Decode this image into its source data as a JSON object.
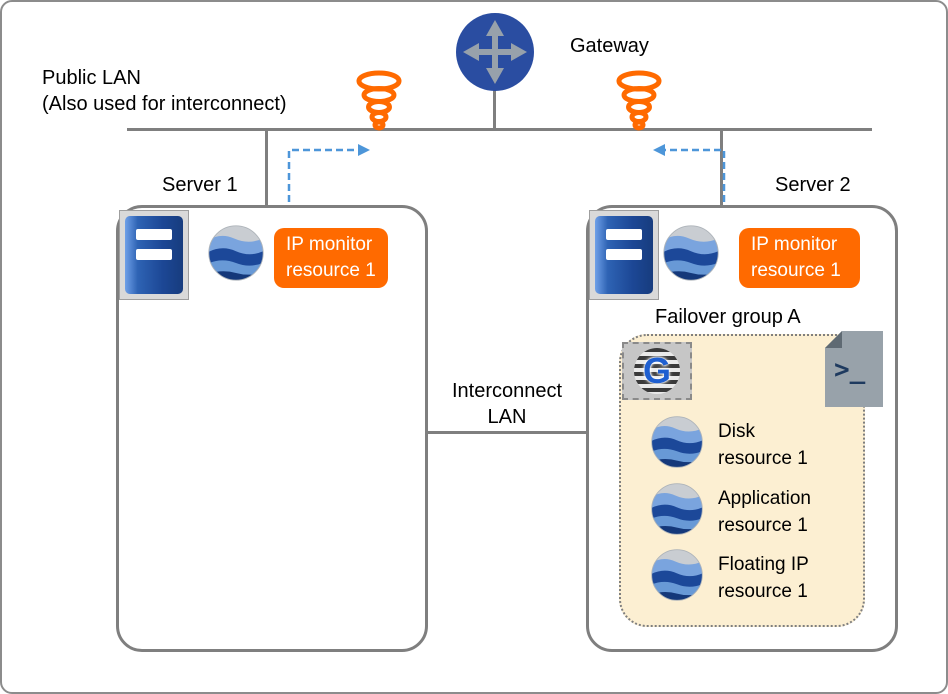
{
  "colors": {
    "orange": "#FF6A00",
    "gateway_blue": "#2A4DA1",
    "server_blue": "#1C4795",
    "arrow_blue": "#4D96D9",
    "line_gray": "#7F7F7F",
    "group_fill": "#FCEFD2"
  },
  "labels": {
    "gateway": "Gateway",
    "public_lan": {
      "line1": "Public LAN",
      "line2": "(Also used for interconnect)"
    },
    "server1": "Server 1",
    "server2": "Server 2",
    "failover_group": "Failover group A",
    "interconnect": {
      "line1": "Interconnect",
      "line2": "LAN"
    }
  },
  "server1": {
    "monitor": {
      "line1": "IP monitor",
      "line2": "resource 1"
    }
  },
  "server2": {
    "monitor": {
      "line1": "IP monitor",
      "line2": "resource 1"
    }
  },
  "failover_group": {
    "resources": [
      {
        "line1": "Disk",
        "line2": "resource 1"
      },
      {
        "line1": "Application",
        "line2": "resource 1"
      },
      {
        "line1": "Floating IP",
        "line2": "resource 1"
      }
    ]
  },
  "cluster_letter": "G",
  "script_glyph": ">_",
  "icons": {
    "gateway": "router-gateway-icon",
    "spiral": "ping-tornado-icon",
    "server": "server-chassis-icon",
    "globe": "resource-globe-icon",
    "cluster_app": "cluster-g-icon",
    "script": "script-file-icon",
    "monitor_arrow": "dashed-monitor-arrow"
  }
}
